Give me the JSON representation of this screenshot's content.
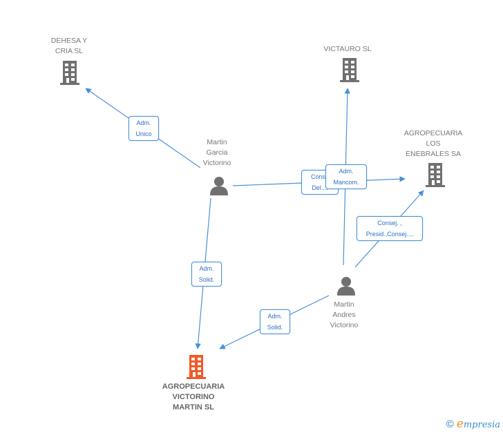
{
  "colors": {
    "edge": "#4a90d9",
    "node_icon": "#707070",
    "main_node_icon": "#f05a28",
    "label_text": "#777777",
    "edge_label_text": "#2f6fc0"
  },
  "nodes": [
    {
      "id": "dehesa",
      "type": "company",
      "label": "DEHESA Y\nCRIA SL",
      "main": false
    },
    {
      "id": "victauro",
      "type": "company",
      "label": "VICTAURO SL",
      "main": false
    },
    {
      "id": "enebrales",
      "type": "company",
      "label": "AGROPECUARIA\nLOS\nENEBRALES SA",
      "main": false
    },
    {
      "id": "mgv",
      "type": "person",
      "label": "Martin\nGarcia\nVictorino",
      "main": false
    },
    {
      "id": "mav",
      "type": "person",
      "label": "Martin\nAndres\nVictorino",
      "main": false
    },
    {
      "id": "avm",
      "type": "company",
      "label": "AGROPECUARIA\nVICTORINO\nMARTIN SL",
      "main": true
    }
  ],
  "edges": [
    {
      "from": "mgv",
      "to": "dehesa",
      "label": "Adm.\nUnico"
    },
    {
      "from": "mgv",
      "to": "enebrales",
      "label": "Conse\nDel...."
    },
    {
      "from": "mav",
      "to": "victauro",
      "label": "Adm.\nMancom."
    },
    {
      "from": "mav",
      "to": "enebrales",
      "label": "Consej. ,\nPresid.,Consej...."
    },
    {
      "from": "mgv",
      "to": "avm",
      "label": "Adm.\nSolid."
    },
    {
      "from": "mav",
      "to": "avm",
      "label": "Adm.\nSolid."
    }
  ],
  "icons": {
    "company": "building-icon",
    "person": "person-icon"
  },
  "brand": {
    "copyright": "©",
    "first_letter": "e",
    "rest": "mpresia"
  }
}
